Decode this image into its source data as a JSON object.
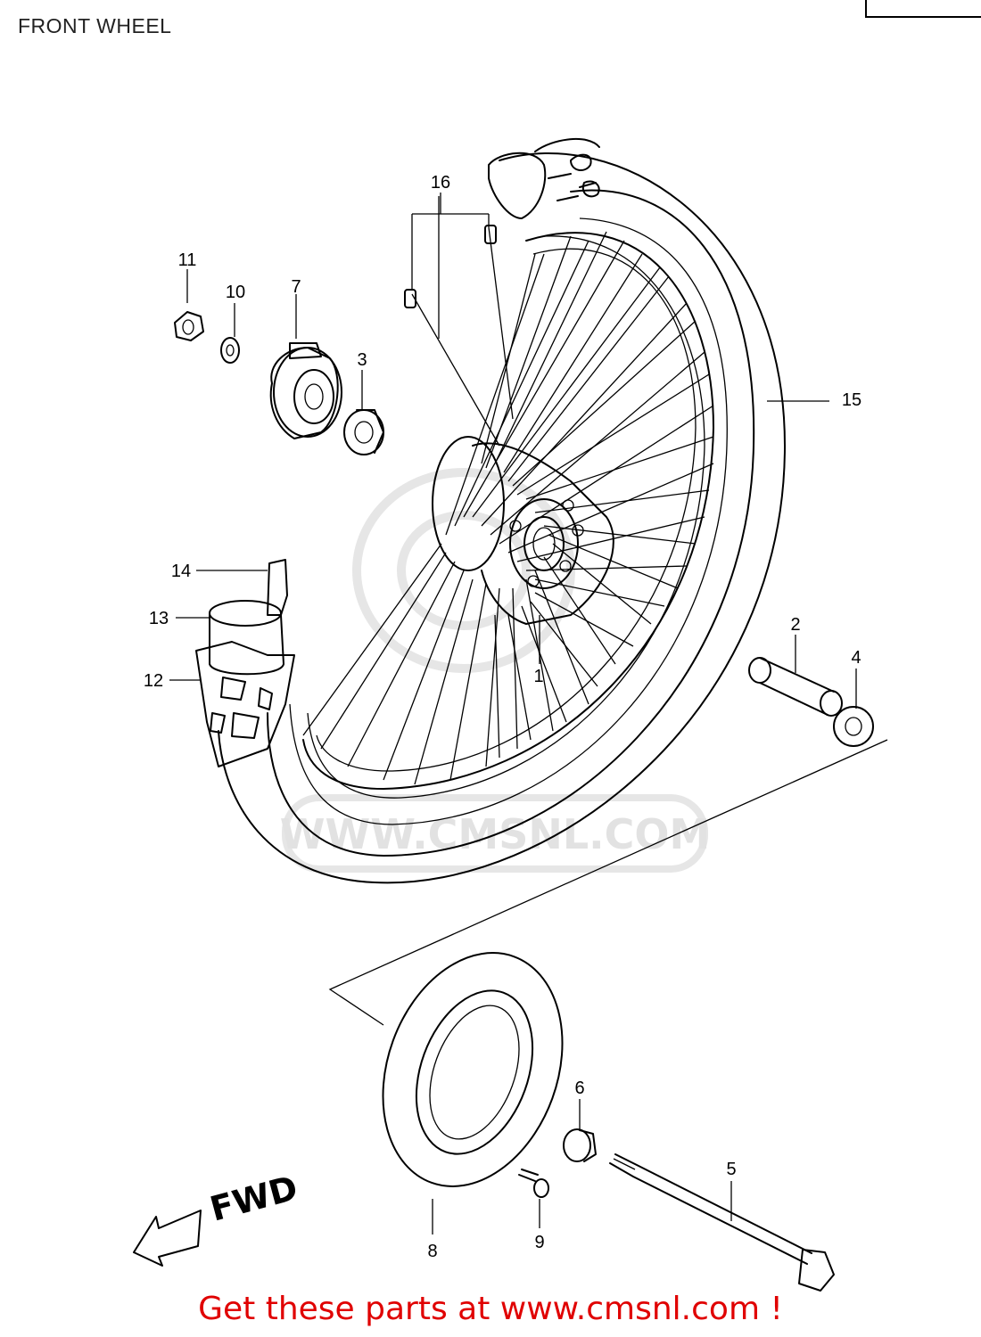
{
  "page": {
    "title": "FRONT WHEEL",
    "footer_link_text": "Get these parts at www.cmsnl.com !",
    "watermark_text": "WWW.CMSNL.COM",
    "direction_label": "FWD"
  },
  "callouts": [
    {
      "id": "p1",
      "label": "1"
    },
    {
      "id": "p2",
      "label": "2"
    },
    {
      "id": "p3",
      "label": "3"
    },
    {
      "id": "p4",
      "label": "4"
    },
    {
      "id": "p5",
      "label": "5"
    },
    {
      "id": "p6",
      "label": "6"
    },
    {
      "id": "p7",
      "label": "7"
    },
    {
      "id": "p8",
      "label": "8"
    },
    {
      "id": "p9",
      "label": "9"
    },
    {
      "id": "p10",
      "label": "10"
    },
    {
      "id": "p11",
      "label": "11"
    },
    {
      "id": "p12",
      "label": "12"
    },
    {
      "id": "p13",
      "label": "13"
    },
    {
      "id": "p14",
      "label": "14"
    },
    {
      "id": "p15",
      "label": "15"
    },
    {
      "id": "p16",
      "label": "16"
    }
  ],
  "colors": {
    "line": "#000000",
    "footer_text": "#e00000",
    "watermark": "#e2e2e2",
    "background": "#ffffff"
  }
}
